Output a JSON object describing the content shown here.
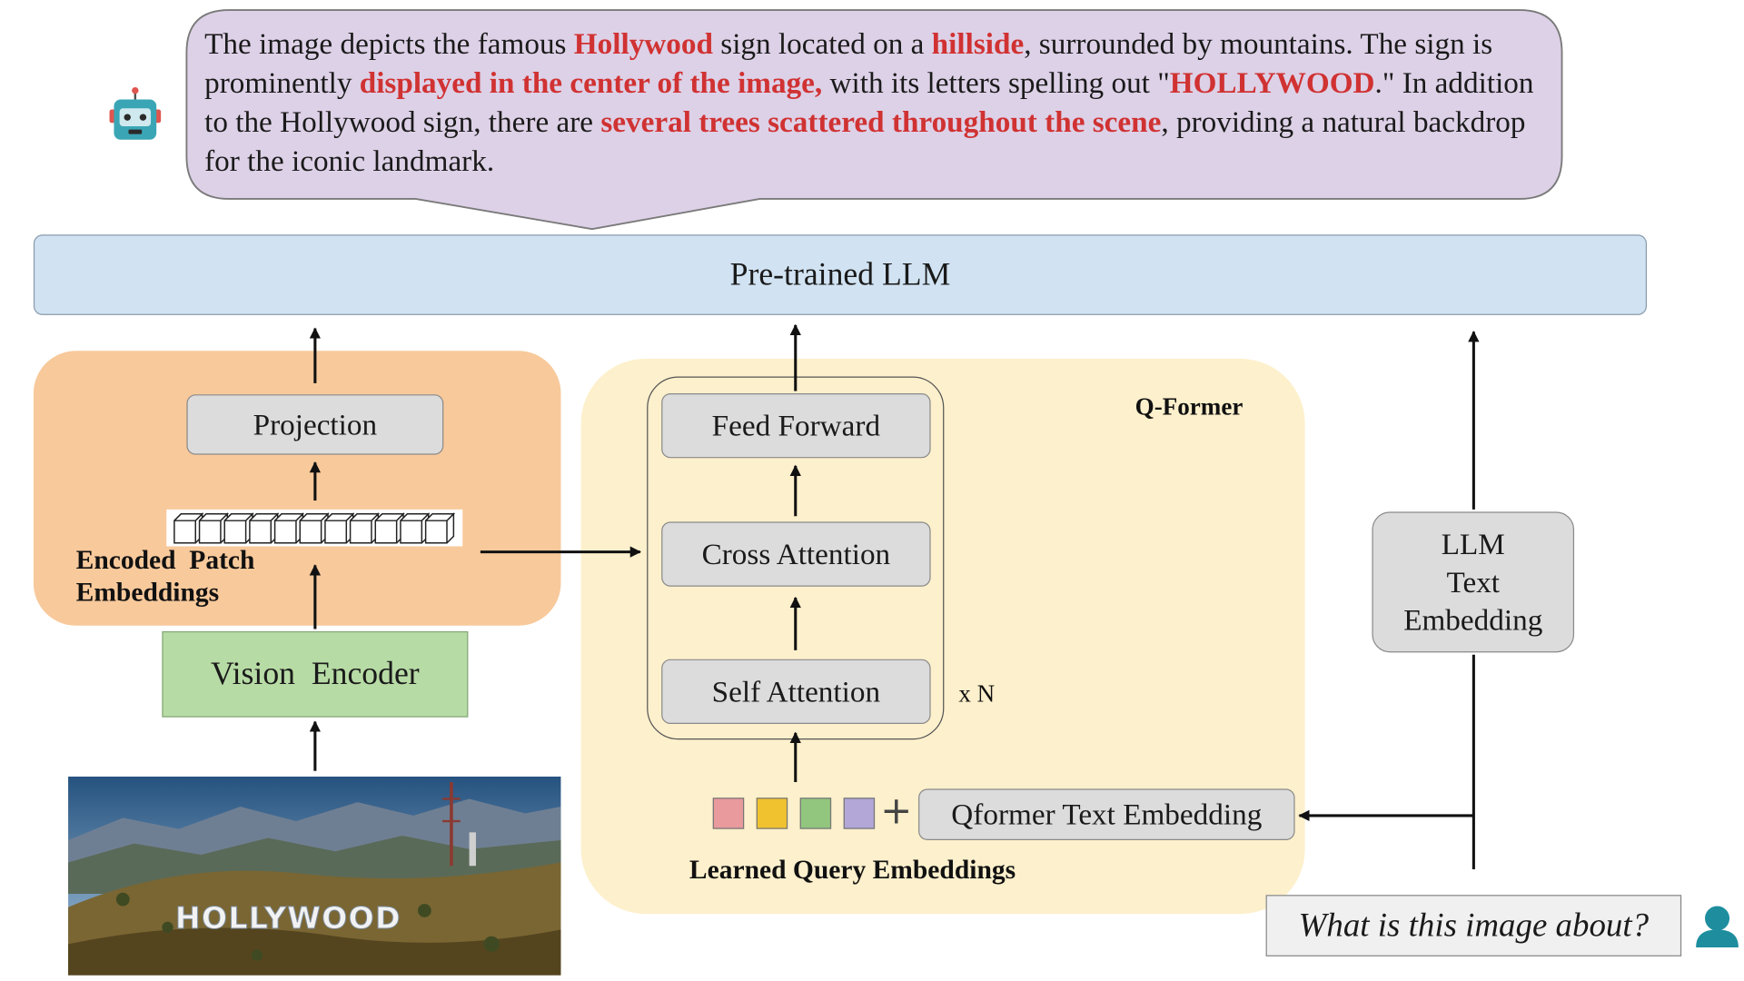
{
  "response": {
    "segments": [
      {
        "text": "The image depicts the famous ",
        "highlight": false
      },
      {
        "text": "Hollywood",
        "highlight": true
      },
      {
        "text": " sign located on a ",
        "highlight": false
      },
      {
        "text": "hillside",
        "highlight": true
      },
      {
        "text": ", surrounded by mountains. The sign is prominently ",
        "highlight": false
      },
      {
        "text": "displayed in the center of the image,",
        "highlight": true
      },
      {
        "text": " with its letters spelling out \"",
        "highlight": false
      },
      {
        "text": "HOLLYWOOD",
        "highlight": true
      },
      {
        "text": ".\" In addition to the Hollywood sign, there are ",
        "highlight": false
      },
      {
        "text": "several trees scattered throughout the scene",
        "highlight": true
      },
      {
        "text": ", providing a natural backdrop for the iconic landmark.",
        "highlight": false
      }
    ]
  },
  "llm": {
    "label": "Pre-trained LLM"
  },
  "vision": {
    "projection": "Projection",
    "patch_label_line1": "Encoded  Patch",
    "patch_label_line2": "Embeddings",
    "encoder": "Vision  Encoder",
    "photo_sign": "HOLLYWOOD"
  },
  "qformer": {
    "title": "Q-Former",
    "feed_forward": "Feed Forward",
    "cross_attention": "Cross Attention",
    "self_attention": "Self Attention",
    "repeat": "x N",
    "plus": "+",
    "text_embedding": "Qformer Text Embedding",
    "query_label": "Learned Query Embeddings",
    "query_colors": [
      "#e99a9d",
      "#f0c22f",
      "#92c67e",
      "#b3a7d8"
    ]
  },
  "llm_text_embedding": {
    "line1": "LLM",
    "line2": "Text",
    "line3": "Embedding"
  },
  "question": "What is this image about?",
  "colors": {
    "bubble": "#ddd1e7",
    "llm_bar": "#d1e3f3",
    "vision_panel": "#f8c99b",
    "encoder": "#b7dba5",
    "qformer_panel": "#fdf0cc",
    "highlight": "#d03232"
  },
  "icons": {
    "assistant": "robot-icon",
    "user": "user-icon"
  }
}
